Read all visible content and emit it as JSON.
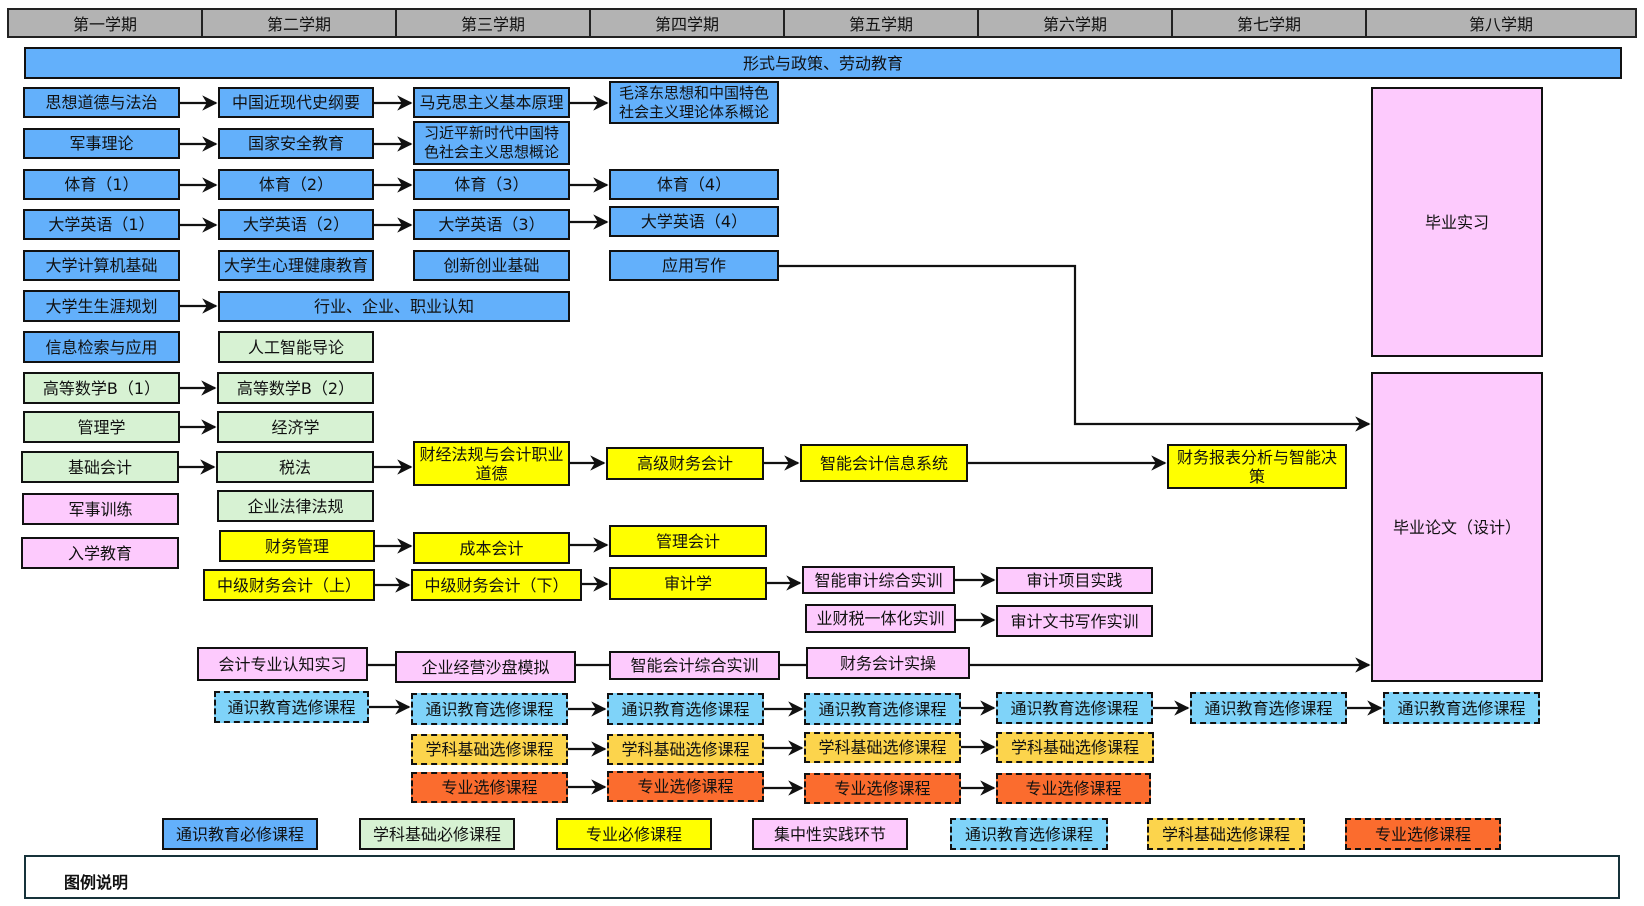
{
  "semesters": [
    "第一学期",
    "第二学期",
    "第三学期",
    "第四学期",
    "第五学期",
    "第六学期",
    "第七学期",
    "第八学期"
  ],
  "banner": "形式与政策、劳动教育",
  "courses": {
    "c1": "思想道德与法治",
    "c2": "中国近现代史纲要",
    "c3": "马克思主义基本原理",
    "c4": "毛泽东思想和中国特色社会主义理论体系概论",
    "c5": "军事理论",
    "c6": "国家安全教育",
    "c7": "习近平新时代中国特色社会主义思想概论",
    "c8": "体育（1）",
    "c9": "体育（2）",
    "c10": "体育（3）",
    "c11": "体育（4）",
    "c12": "大学英语（1）",
    "c13": "大学英语（2）",
    "c14": "大学英语（3）",
    "c15": "大学英语（4）",
    "c16": "大学计算机基础",
    "c17": "大学生心理健康教育",
    "c18": "创新创业基础",
    "c19": "应用写作",
    "c20": "大学生生涯规划",
    "c21": "行业、企业、职业认知",
    "c22": "信息检索与应用",
    "c23": "人工智能导论",
    "c24": "高等数学B（1）",
    "c25": "高等数学B（2）",
    "c26": "管理学",
    "c27": "经济学",
    "c28": "基础会计",
    "c29": "税法",
    "c30": "财经法规与会计职业道德",
    "c31": "高级财务会计",
    "c32": "智能会计信息系统",
    "c33": "财务报表分析与智能决策",
    "c34": "军事训练",
    "c35": "企业法律法规",
    "c36": "入学教育",
    "c37": "财务管理",
    "c38": "成本会计",
    "c39": "管理会计",
    "c40": "中级财务会计（上）",
    "c41": "中级财务会计（下）",
    "c42": "审计学",
    "c43": "智能审计综合实训",
    "c44": "审计项目实践",
    "c45": "业财税一体化实训",
    "c46": "审计文书写作实训",
    "c47": "会计专业认知实习",
    "c48": "企业经营沙盘模拟",
    "c49": "智能会计综合实训",
    "c50": "财务会计实操",
    "c51": "毕业实习",
    "c52": "毕业论文（设计）",
    "ge_elective": "通识教育选修课程",
    "sb_elective": "学科基础选修课程",
    "pro_elective": "专业选修课程"
  },
  "legend": {
    "title": "图例说明",
    "items": [
      {
        "label": "通识教育必修课程",
        "color": "#63b0fb",
        "style": "solid"
      },
      {
        "label": "学科基础必修课程",
        "color": "#d7f2d3",
        "style": "solid"
      },
      {
        "label": "专业必修课程",
        "color": "#ffff00",
        "style": "solid"
      },
      {
        "label": "集中性实践环节",
        "color": "#fdcafd",
        "style": "solid"
      },
      {
        "label": "通识教育选修课程",
        "color": "#7fd3f9",
        "style": "dashed"
      },
      {
        "label": "学科基础选修课程",
        "color": "#fcd44c",
        "style": "dashed"
      },
      {
        "label": "专业选修课程",
        "color": "#fb6c2e",
        "style": "dashed"
      }
    ]
  }
}
